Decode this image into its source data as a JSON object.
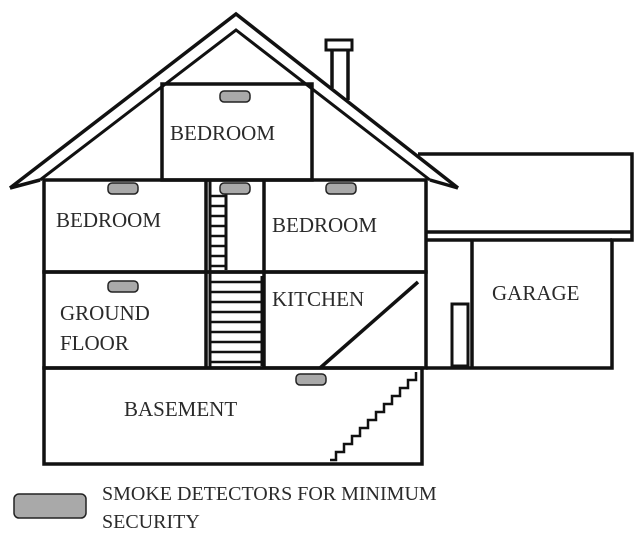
{
  "rooms": {
    "bedroom_attic": "BEDROOM",
    "bedroom_left": "BEDROOM",
    "bedroom_right": "BEDROOM",
    "ground_floor_line1": "GROUND",
    "ground_floor_line2": "FLOOR",
    "kitchen": "KITCHEN",
    "garage": "GARAGE",
    "basement": "BASEMENT"
  },
  "legend": {
    "line1": "SMOKE DETECTORS FOR MINIMUM",
    "line2": "SECURITY"
  },
  "colors": {
    "detector_fill": "#a9a9a9",
    "line": "#111111"
  }
}
